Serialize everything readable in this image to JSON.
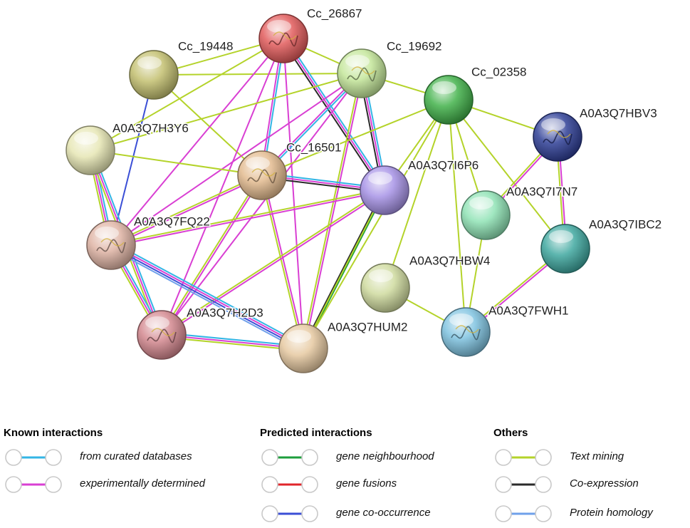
{
  "colors": {
    "curated": "#33b5e5",
    "experimental": "#d93fd3",
    "neighbourhood": "#1d9e3c",
    "fusion": "#e0252b",
    "cooccurrence": "#3b4fd6",
    "textmining": "#b4d32a",
    "coexpression": "#2a2a2a",
    "homology": "#6fa0ea"
  },
  "nodes": [
    {
      "id": "cc26867",
      "label": "Cc_26867",
      "color": "#e25b5b",
      "structure": true
    },
    {
      "id": "cc19448",
      "label": "Cc_19448",
      "color": "#c3c070",
      "structure": false
    },
    {
      "id": "cc19692",
      "label": "Cc_19692",
      "color": "#c4e69a",
      "structure": true
    },
    {
      "id": "cc02358",
      "label": "Cc_02358",
      "color": "#42b14a",
      "structure": false
    },
    {
      "id": "h3y6",
      "label": "A0A3Q7H3Y6",
      "color": "#e6e6b4",
      "structure": false
    },
    {
      "id": "cc16501",
      "label": "Cc_16501",
      "color": "#e3bb8f",
      "structure": true
    },
    {
      "id": "i6p6",
      "label": "A0A3Q7I6P6",
      "color": "#a793e6",
      "structure": false
    },
    {
      "id": "hbv3",
      "label": "A0A3Q7HBV3",
      "color": "#2f3f96",
      "structure": true
    },
    {
      "id": "fq22",
      "label": "A0A3Q7FQ22",
      "color": "#dfb4a4",
      "structure": true
    },
    {
      "id": "i7n7",
      "label": "A0A3Q7I7N7",
      "color": "#8fe3b5",
      "structure": false
    },
    {
      "id": "ibc2",
      "label": "A0A3Q7IBC2",
      "color": "#3fa8a0",
      "structure": false
    },
    {
      "id": "hbw4",
      "label": "A0A3Q7HBW4",
      "color": "#cfdb9f",
      "structure": false
    },
    {
      "id": "h2d3",
      "label": "A0A3Q7H2D3",
      "color": "#d4888f",
      "structure": true
    },
    {
      "id": "hum2",
      "label": "A0A3Q7HUM2",
      "color": "#e6c9a1",
      "structure": false
    },
    {
      "id": "fwh1",
      "label": "A0A3Q7FWH1",
      "color": "#7fc3e0",
      "structure": true
    }
  ],
  "edges": [
    {
      "a": "cc19448",
      "b": "cc26867",
      "types": [
        "textmining"
      ]
    },
    {
      "a": "cc19448",
      "b": "cc19692",
      "types": [
        "textmining"
      ]
    },
    {
      "a": "cc19448",
      "b": "fq22",
      "types": [
        "cooccurrence"
      ]
    },
    {
      "a": "cc19448",
      "b": "cc16501",
      "types": [
        "textmining"
      ]
    },
    {
      "a": "cc26867",
      "b": "cc19692",
      "types": [
        "textmining"
      ]
    },
    {
      "a": "cc26867",
      "b": "h3y6",
      "types": [
        "textmining"
      ]
    },
    {
      "a": "cc26867",
      "b": "i6p6",
      "types": [
        "curated",
        "experimental",
        "coexpression"
      ]
    },
    {
      "a": "cc26867",
      "b": "cc16501",
      "types": [
        "curated",
        "experimental"
      ]
    },
    {
      "a": "cc26867",
      "b": "fq22",
      "types": [
        "experimental"
      ]
    },
    {
      "a": "cc26867",
      "b": "h2d3",
      "types": [
        "experimental"
      ]
    },
    {
      "a": "cc26867",
      "b": "hum2",
      "types": [
        "experimental"
      ]
    },
    {
      "a": "cc19692",
      "b": "cc02358",
      "types": [
        "textmining"
      ]
    },
    {
      "a": "cc19692",
      "b": "i6p6",
      "types": [
        "curated",
        "experimental",
        "coexpression"
      ]
    },
    {
      "a": "cc19692",
      "b": "cc16501",
      "types": [
        "curated",
        "experimental"
      ]
    },
    {
      "a": "cc19692",
      "b": "fq22",
      "types": [
        "experimental"
      ]
    },
    {
      "a": "cc19692",
      "b": "h2d3",
      "types": [
        "experimental"
      ]
    },
    {
      "a": "cc19692",
      "b": "hum2",
      "types": [
        "experimental",
        "textmining"
      ]
    },
    {
      "a": "cc19692",
      "b": "h3y6",
      "types": [
        "textmining"
      ]
    },
    {
      "a": "cc02358",
      "b": "i6p6",
      "types": [
        "textmining"
      ]
    },
    {
      "a": "cc02358",
      "b": "hbv3",
      "types": [
        "textmining"
      ]
    },
    {
      "a": "cc02358",
      "b": "i7n7",
      "types": [
        "textmining"
      ]
    },
    {
      "a": "cc02358",
      "b": "ibc2",
      "types": [
        "textmining"
      ]
    },
    {
      "a": "cc02358",
      "b": "fwh1",
      "types": [
        "textmining"
      ]
    },
    {
      "a": "cc02358",
      "b": "hbw4",
      "types": [
        "textmining"
      ]
    },
    {
      "a": "cc02358",
      "b": "cc16501",
      "types": [
        "textmining"
      ]
    },
    {
      "a": "h3y6",
      "b": "fq22",
      "types": [
        "curated",
        "experimental",
        "textmining"
      ]
    },
    {
      "a": "h3y6",
      "b": "h2d3",
      "types": [
        "curated",
        "experimental",
        "textmining"
      ]
    },
    {
      "a": "h3y6",
      "b": "cc16501",
      "types": [
        "textmining"
      ]
    },
    {
      "a": "cc16501",
      "b": "i6p6",
      "types": [
        "curated",
        "experimental",
        "coexpression"
      ]
    },
    {
      "a": "cc16501",
      "b": "fq22",
      "types": [
        "experimental",
        "textmining"
      ]
    },
    {
      "a": "cc16501",
      "b": "h2d3",
      "types": [
        "experimental",
        "textmining"
      ]
    },
    {
      "a": "cc16501",
      "b": "hum2",
      "types": [
        "experimental",
        "textmining"
      ]
    },
    {
      "a": "i6p6",
      "b": "hum2",
      "types": [
        "neighbourhood",
        "coexpression"
      ]
    },
    {
      "a": "i6p6",
      "b": "fq22",
      "types": [
        "experimental",
        "textmining"
      ]
    },
    {
      "a": "i6p6",
      "b": "h2d3",
      "types": [
        "experimental",
        "textmining"
      ]
    },
    {
      "a": "i6p6",
      "b": "hum2",
      "types": [
        "textmining"
      ]
    },
    {
      "a": "fq22",
      "b": "h2d3",
      "types": [
        "curated",
        "experimental",
        "textmining"
      ]
    },
    {
      "a": "fq22",
      "b": "hum2",
      "types": [
        "curated",
        "experimental",
        "cooccurrence",
        "homology"
      ]
    },
    {
      "a": "h2d3",
      "b": "hum2",
      "types": [
        "curated",
        "experimental",
        "textmining"
      ]
    },
    {
      "a": "hbv3",
      "b": "i7n7",
      "types": [
        "experimental",
        "textmining"
      ]
    },
    {
      "a": "hbv3",
      "b": "ibc2",
      "types": [
        "experimental",
        "textmining"
      ]
    },
    {
      "a": "i7n7",
      "b": "fwh1",
      "types": [
        "textmining"
      ]
    },
    {
      "a": "ibc2",
      "b": "fwh1",
      "types": [
        "experimental",
        "textmining"
      ]
    },
    {
      "a": "hbw4",
      "b": "fwh1",
      "types": [
        "textmining"
      ]
    },
    {
      "a": "cc02358",
      "b": "hum2",
      "types": [
        "textmining"
      ]
    }
  ],
  "legend": {
    "known": {
      "title": "Known interactions",
      "items": [
        {
          "label": "from curated databases",
          "color_key": "curated"
        },
        {
          "label": "experimentally determined",
          "color_key": "experimental"
        }
      ]
    },
    "predicted": {
      "title": "Predicted interactions",
      "items": [
        {
          "label": "gene neighbourhood",
          "color_key": "neighbourhood"
        },
        {
          "label": "gene fusions",
          "color_key": "fusion"
        },
        {
          "label": "gene co-occurrence",
          "color_key": "cooccurrence"
        }
      ]
    },
    "others": {
      "title": "Others",
      "items": [
        {
          "label": "Text mining",
          "color_key": "textmining"
        },
        {
          "label": "Co-expression",
          "color_key": "coexpression"
        },
        {
          "label": "Protein homology",
          "color_key": "homology"
        }
      ]
    }
  }
}
